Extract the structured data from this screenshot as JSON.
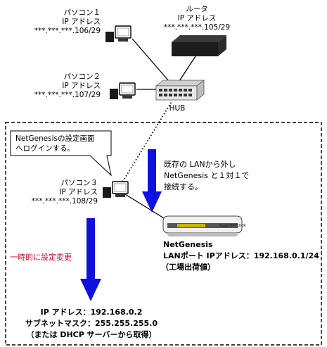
{
  "pc1": {
    "name": "パソコン１",
    "label": "IP アドレス",
    "ip": "***.***.***.106/29"
  },
  "router": {
    "name": "ルータ",
    "label": "IP アドレス",
    "ip": "***.***.***.105/29"
  },
  "pc2": {
    "name": "パソコン２",
    "label": "IP アドレス",
    "ip": "***.***.***.107/29"
  },
  "hub": {
    "name": "HUB"
  },
  "bubble": {
    "line1": "NetGenesisの設定画面",
    "line2": "へログインする。"
  },
  "instruction": {
    "line1": "既存の LANから外し",
    "line2": "NetGenesis と１対１で",
    "line3": "接続する。"
  },
  "pc3": {
    "name": "パソコン３",
    "label": "IP アドレス",
    "ip": "***.***.***.108/29"
  },
  "netgenesis": {
    "name": "NetGenesis",
    "lan_port": "LANポート IPアドレス：192.168.0.1/24",
    "note": "（工場出荷値）",
    "device_label": "SuperOPT100R"
  },
  "temp_change": {
    "label": "一時的に設定変更"
  },
  "new_settings": {
    "ip": "IP アドレス：192.168.0.2",
    "subnet": "サブネットマスク：255.255.255.0",
    "dhcp": "（または DHCP サーバーから取得）"
  },
  "colors": {
    "arrow": "#1010e0",
    "red_text": "#d0021b"
  }
}
